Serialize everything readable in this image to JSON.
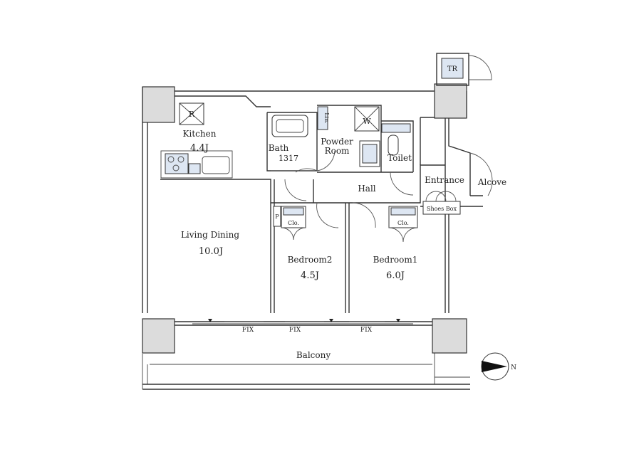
{
  "rooms": {
    "kitchen": "Kitchen",
    "kitchen_size": "4.4J",
    "living": "Living Dining",
    "living_size": "10.0J",
    "bath": "Bath",
    "bath_size": "1317",
    "powder": "Powder",
    "powder2": "Room",
    "toilet": "Toilet",
    "hall": "Hall",
    "entrance": "Entrance",
    "alcove": "Alcove",
    "bedroom2": "Bedroom2",
    "bedroom2_size": "4.5J",
    "bedroom1": "Bedroom1",
    "bedroom1_size": "6.0J",
    "balcony": "Balcony"
  },
  "fixtures": {
    "tr": "TR",
    "refrigerator": "R",
    "washer": "W",
    "linen": "Lin.",
    "pantry": "P",
    "closet": "Clo.",
    "shoes_box": "Shoes Box",
    "fix": "FIX"
  },
  "compass": {
    "north": "N"
  }
}
